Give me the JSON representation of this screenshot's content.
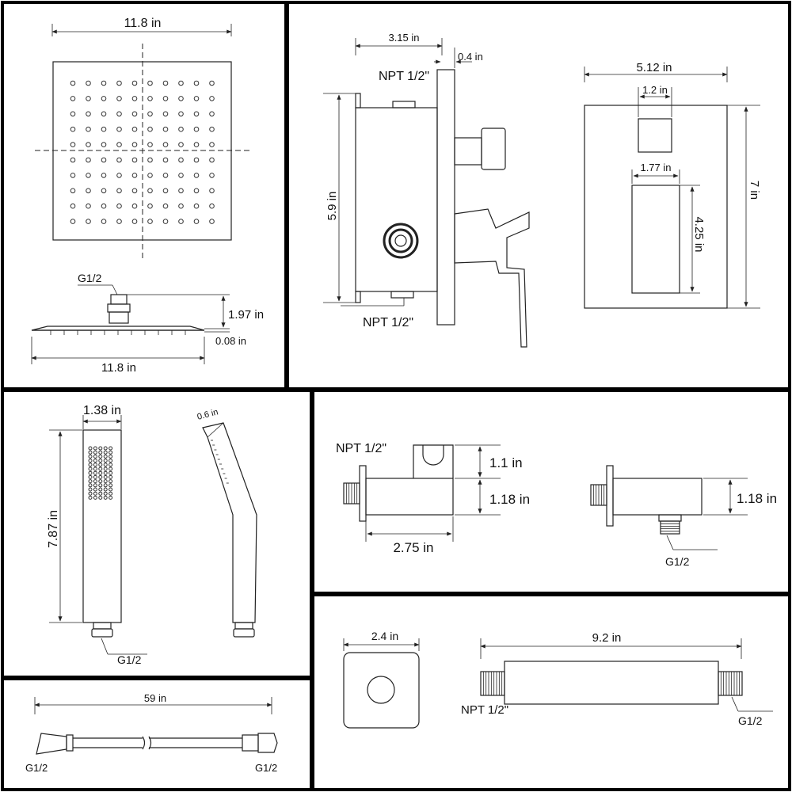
{
  "rain_shower_head": {
    "width_top": "11.8 in",
    "connector": "G1/2",
    "height": "1.97 in",
    "thickness": "0.08 in",
    "width_side": "11.8 in"
  },
  "valve": {
    "depth": "3.15 in",
    "plate": "0.4 in",
    "inlet_top": "NPT 1/2\"",
    "height": "5.9 in",
    "outlet_bottom": "NPT 1/2\""
  },
  "trim_plate": {
    "width": "5.12 in",
    "height": "7 in",
    "knob_width": "1.2 in",
    "handle_width": "1.77 in",
    "handle_height": "4.25 in"
  },
  "hand_shower": {
    "width": "1.38 in",
    "length": "7.87 in",
    "connector": "G1/2",
    "side_thickness": "0.6 in"
  },
  "hose": {
    "length": "59 in",
    "left_end": "G1/2",
    "right_end": "G1/2"
  },
  "holder_elbow": {
    "inlet": "NPT 1/2\"",
    "holder_height": "1.1 in",
    "body_height": "1.18 in",
    "length": "2.75 in"
  },
  "supply_elbow": {
    "height": "1.18 in",
    "outlet": "G1/2"
  },
  "flange": {
    "width": "2.4 in"
  },
  "shower_arm": {
    "length": "9.2 in",
    "inlet": "NPT 1/2\"",
    "outlet": "G1/2"
  }
}
